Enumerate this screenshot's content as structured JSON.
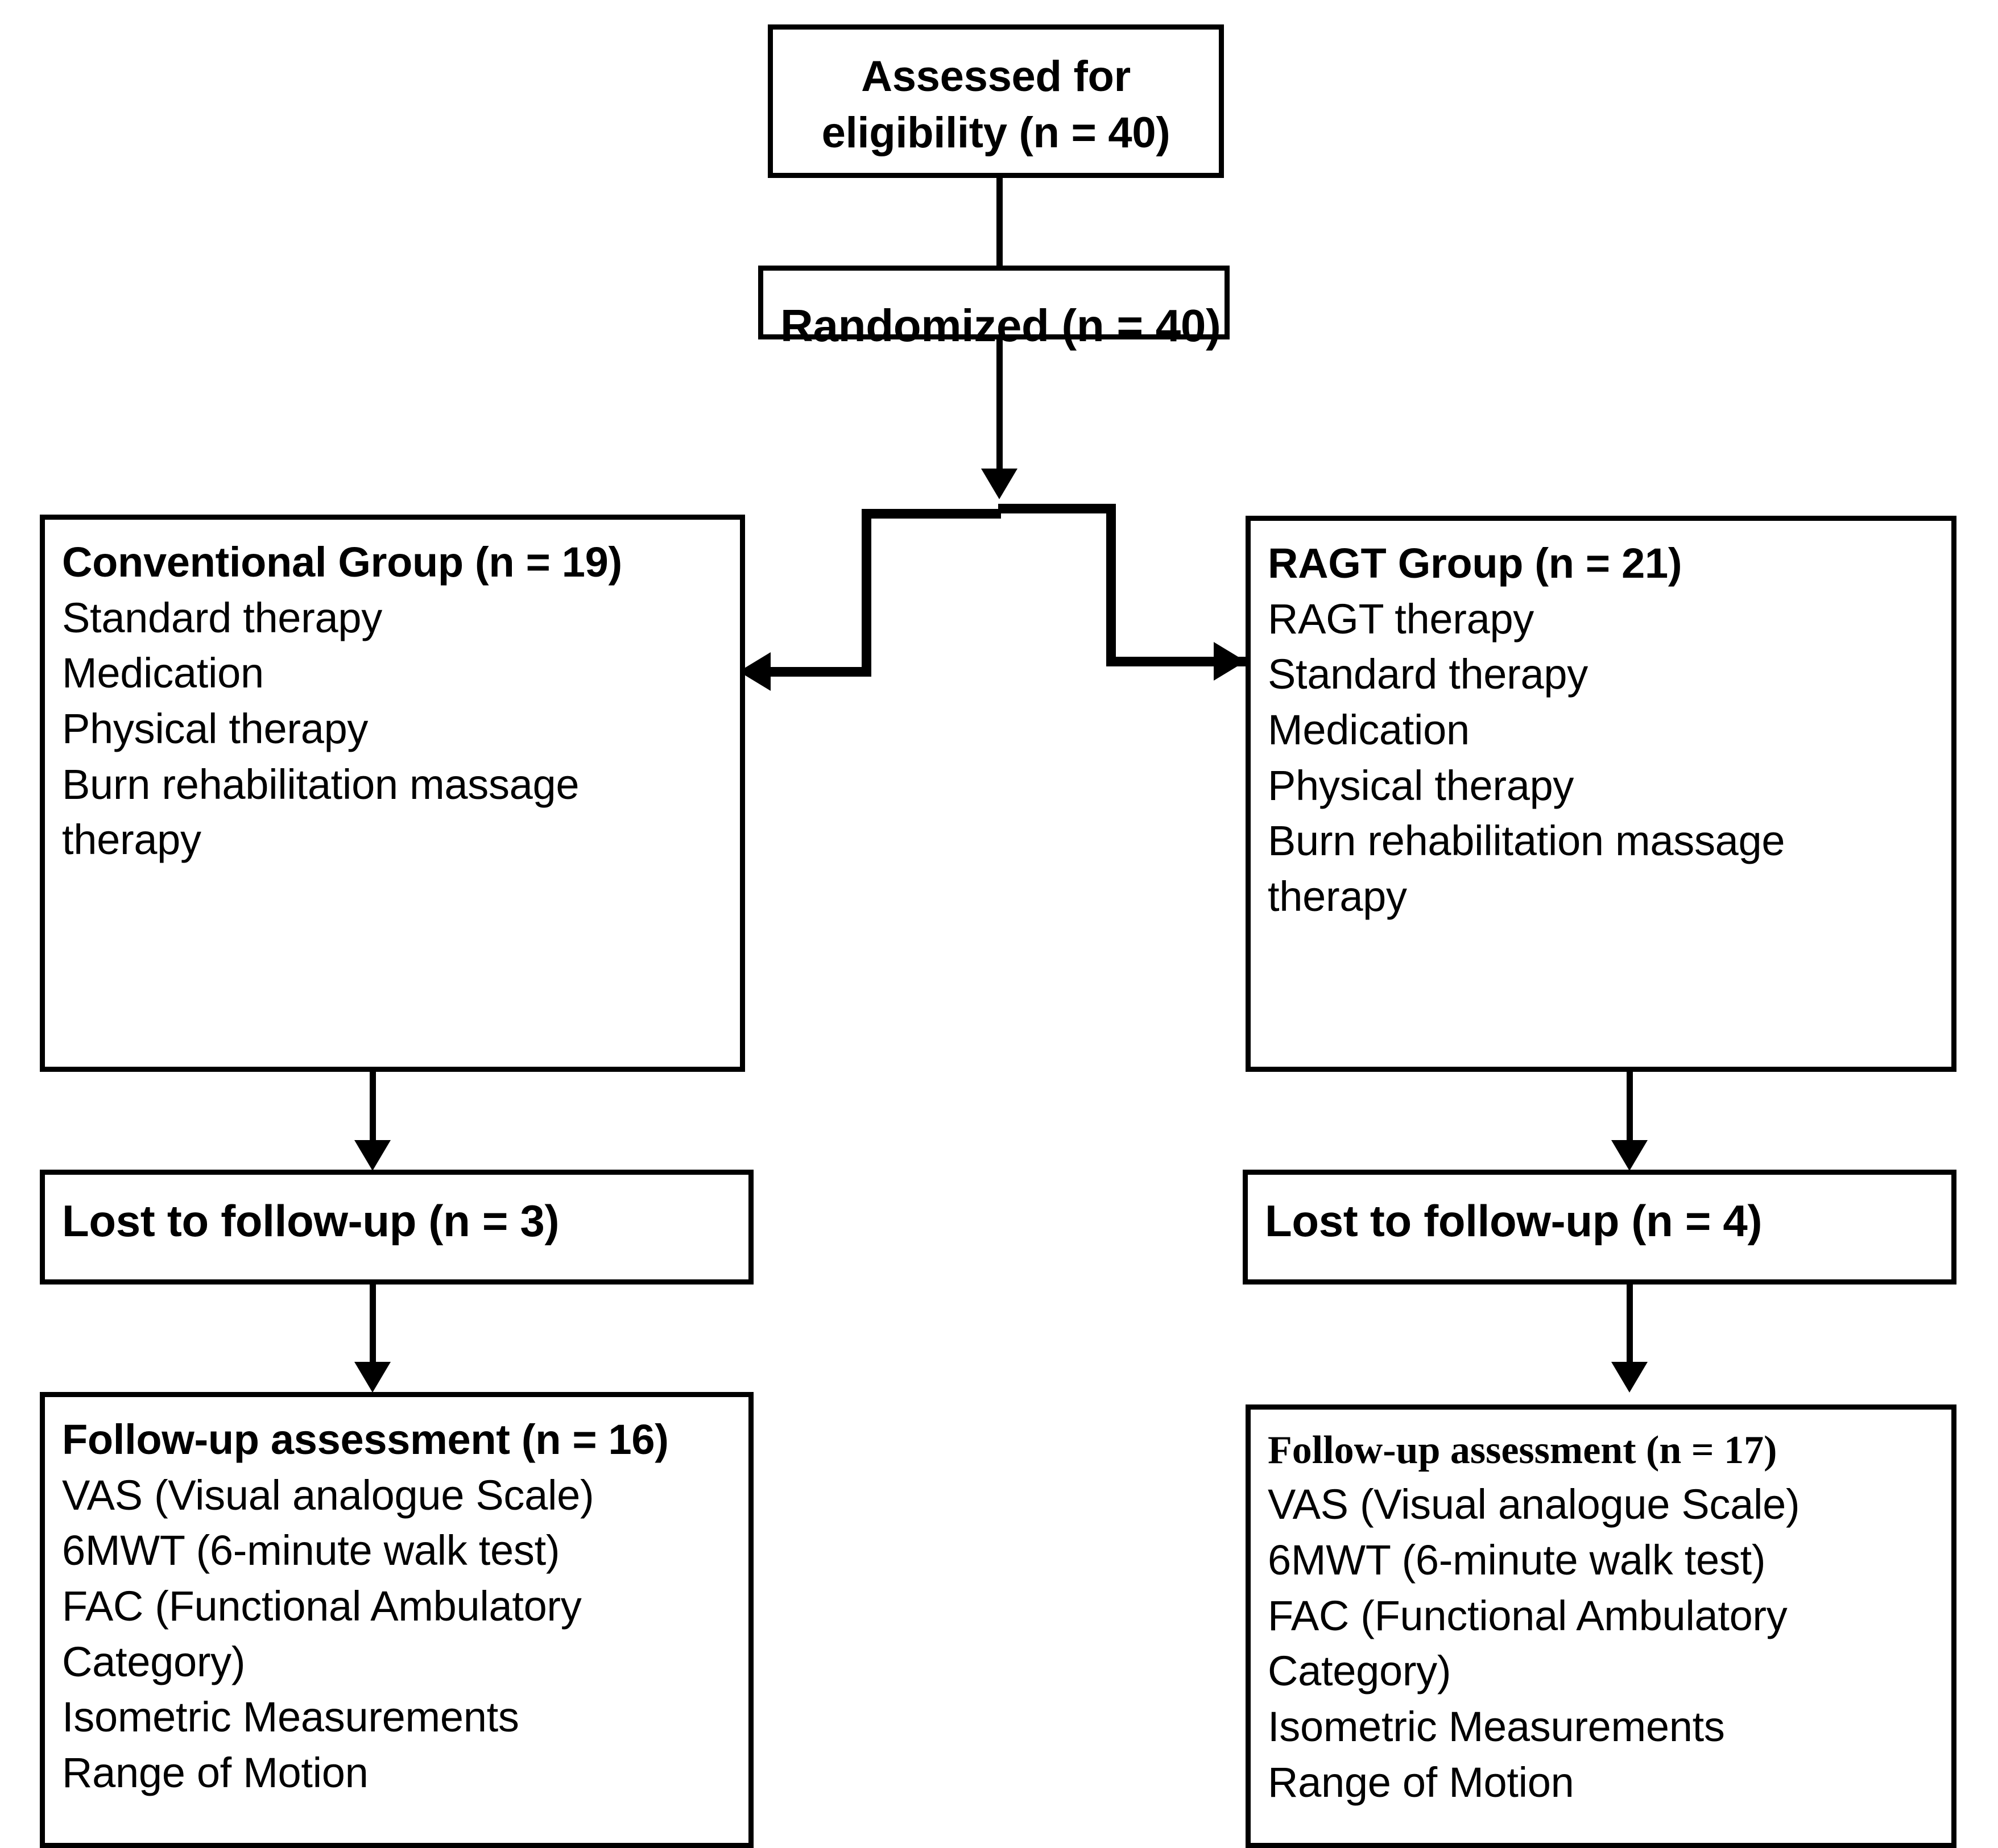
{
  "diagram": {
    "type": "consort-flow-diagram",
    "title": "CONSORT participant flow diagram"
  },
  "nodes": {
    "eligibility": {
      "lines": [
        "Assessed for",
        "eligibility (n = 40)"
      ],
      "n": 40
    },
    "randomized": {
      "lines": [
        "Randomized (n = 40)"
      ],
      "n": 40
    },
    "conventional_group": {
      "header": "Conventional Group (n = 19)",
      "n": 19,
      "items": [
        "Standard therapy",
        "Medication",
        "Physical therapy",
        "Burn rehabilitation massage",
        "therapy"
      ]
    },
    "ragt_group": {
      "header": "RAGT Group (n = 21)",
      "n": 21,
      "items": [
        "RAGT therapy",
        "Standard therapy",
        "Medication",
        "Physical therapy",
        "Burn rehabilitation  massage",
        "therapy"
      ]
    },
    "lost_left": {
      "header": "Lost to follow-up (n = 3)",
      "n": 3
    },
    "lost_right": {
      "header": "Lost to follow-up (n = 4)",
      "n": 4
    },
    "followup_left": {
      "header": "Follow-up assessment (n = 16)",
      "n": 16,
      "items": [
        "VAS (Visual analogue Scale)",
        "6MWT (6-minute walk test)",
        "FAC (Functional Ambulatory",
        "Category)",
        "Isometric Measurements",
        "Range of Motion"
      ]
    },
    "followup_right": {
      "header": "Follow-up assessment (n = 17)",
      "n": 17,
      "items": [
        "VAS (Visual analogue Scale)",
        "6MWT (6-minute walk test)",
        "FAC (Functional Ambulatory",
        "Category)",
        "Isometric Measurements",
        "Range of Motion"
      ]
    }
  },
  "colors": {
    "stroke": "#000000",
    "background": "#ffffff",
    "text": "#000000"
  }
}
